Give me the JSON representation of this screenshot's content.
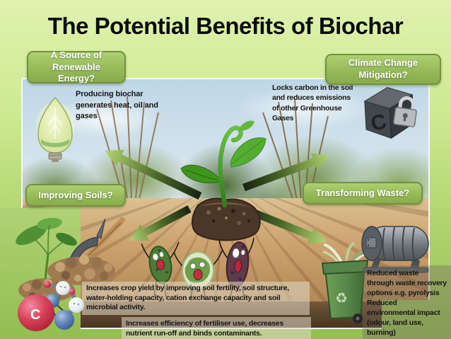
{
  "title": "The Potential Benefits of Biochar",
  "benefit_boxes": {
    "renewable_energy": "A Source of Renewable Energy?",
    "climate_change": "Climate Change Mitigation?",
    "improving_soils": "Improving Soils?",
    "transforming_waste": "Transforming Waste?"
  },
  "annotations": {
    "producing_biochar": "Producing biochar generates heat, oil and gases",
    "locks_carbon": "Locks carbon in the soil and reduces emissions of other Greenhouse Gases",
    "crop_yield": "Increases crop yield by improving soil fertility, soil structure, water-holding capacity, cation exchange capacity and soil microbial activity.",
    "fertiliser": "Increases efficiency of fertiliser use, decreases nutrient run-off and binds contaminants.",
    "reduced_waste_line1": "Reduced waste through waste recovery options e.g. pyrolysis",
    "reduced_waste_line2": "Reduced environmental impact (odour, land use, burning)"
  },
  "icons": {
    "carbon_cube_letter": "C",
    "molecule_carbon_letter": "C",
    "recycle_glyph": "♻"
  },
  "colors": {
    "background_top": "#dff2ae",
    "background_bottom": "#92be52",
    "benefit_box_fill": "#97ba58",
    "benefit_box_border": "#72923f",
    "benefit_box_text": "#ffffff",
    "arrow_dark": "#18240f",
    "arrow_light": "#b4d573",
    "sky": "#cfe0ea",
    "field": "#c49a64",
    "soil": "#54412e",
    "sprout_green": "#54ad30"
  }
}
